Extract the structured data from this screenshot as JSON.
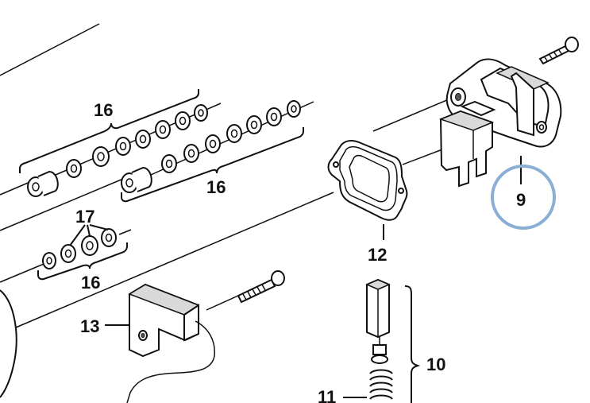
{
  "diagram": {
    "callouts": [
      {
        "id": "16a",
        "text": "16"
      },
      {
        "id": "16b",
        "text": "16"
      },
      {
        "id": "16c",
        "text": "16"
      },
      {
        "id": "17",
        "text": "17"
      },
      {
        "id": "12",
        "text": "12"
      },
      {
        "id": "9",
        "text": "9"
      },
      {
        "id": "13",
        "text": "13"
      },
      {
        "id": "10",
        "text": "10"
      },
      {
        "id": "11",
        "text": "11"
      }
    ],
    "highlight": {
      "target": "9",
      "color": "#8aaed4"
    },
    "colors": {
      "ink": "#111111",
      "paper": "#ffffff",
      "highlight": "#8aaed4"
    }
  }
}
